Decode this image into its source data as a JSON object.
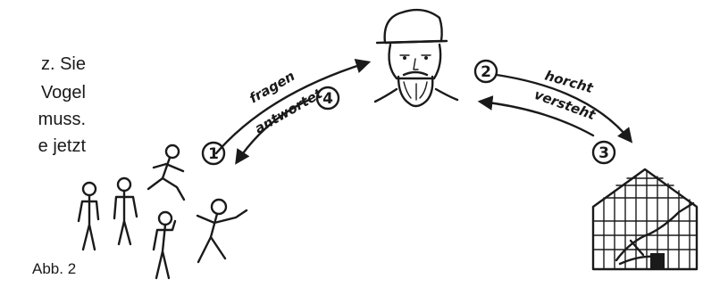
{
  "text_fragment": {
    "lines": [
      "z.  Sie",
      "Vogel",
      "muss.",
      "e jetzt"
    ]
  },
  "caption": "Abb. 2",
  "steps": [
    {
      "number": "1"
    },
    {
      "number": "2"
    },
    {
      "number": "3"
    },
    {
      "number": "4"
    }
  ],
  "arrow_labels": {
    "fragen": "fragen",
    "antwortet": "antwortet",
    "horcht": "horcht",
    "versteht": "versteht"
  },
  "icons": [
    "people-group-icon",
    "bearded-man-icon",
    "greenhouse-icon"
  ]
}
